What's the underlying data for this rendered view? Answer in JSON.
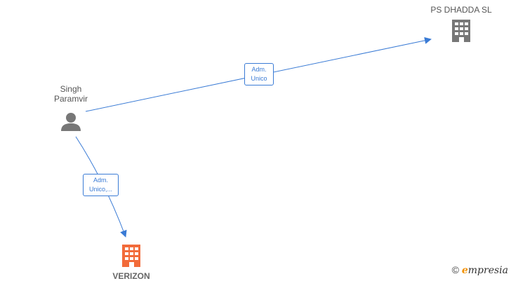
{
  "nodes": {
    "person": {
      "label": "Singh\nParamvir",
      "icon": "person-icon"
    },
    "company_ps": {
      "label": "PS DHADDA  SL",
      "icon": "building-icon"
    },
    "company_verizon": {
      "label": "VERIZON",
      "icon": "building-icon"
    }
  },
  "edges": {
    "to_ps": {
      "label": "Adm.\nUnico"
    },
    "to_verizon": {
      "label": "Adm.\nUnico,..."
    }
  },
  "watermark": {
    "symbol": "©",
    "brand_initial": "e",
    "brand_rest": "mpresia"
  },
  "colors": {
    "edge": "#3a7bd5",
    "person": "#777777",
    "company": "#777777",
    "company_main": "#f26b3a"
  }
}
